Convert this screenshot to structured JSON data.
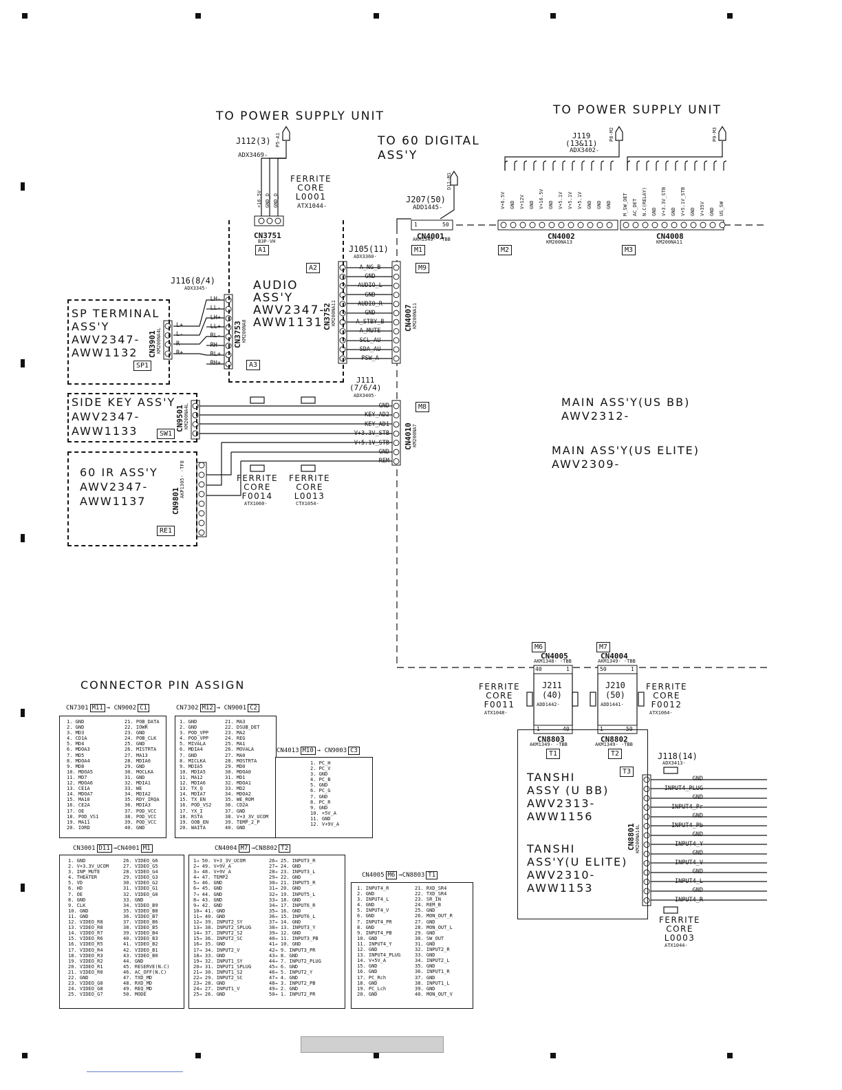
{
  "top_labels": {
    "psu_left": "TO POWER SUPPLY UNIT",
    "psu_right": "TO POWER SUPPLY UNIT",
    "digital": "TO 60 DIGITAL\nASS'Y",
    "ferrite_top": "FERRITE\nCORE\nL0001",
    "ferrite_top_part": "ATX1044-"
  },
  "j112": {
    "name": "J112(3)",
    "part": "ADX3469-",
    "pin": "P5-A1",
    "signals": [
      "+16.5V",
      "GND_D",
      "GND_D"
    ]
  },
  "j207": {
    "name": "J207(50)",
    "part": "ADD1445-",
    "pin": "D11-M1"
  },
  "j119": {
    "name": "J119\n(13&11)",
    "part": "ADX3402-",
    "pin_a": "P8-M2",
    "pin_b": "P9-M3"
  },
  "cn4002_signals": [
    "V+6.5V",
    "GND",
    "V+12V",
    "GND",
    "V+16.5V",
    "GND",
    "V+5.1V",
    "V+5.1V",
    "V+5.1V",
    "GND",
    "GND",
    "GND"
  ],
  "cn4008_signals": [
    "M_SW_DET",
    "AC_DET",
    "N.C(RELAY)",
    "GND",
    "V+3.3V_STB",
    "GND",
    "V+5.1V_STB",
    "GND",
    "V+35V",
    "GND",
    "US_SW"
  ],
  "connectors": {
    "cn3751": "CN3751",
    "cn3751_part": "B3P-VH",
    "cn4001": "CN4001",
    "cn4001_part": "AKM1349- -TBB",
    "cn4002": "CN4002",
    "cn4002_part": "KM200NA13",
    "cn4008": "CN4008",
    "cn4008_part": "KM200NA11",
    "cn3752": "CN3752",
    "cn3752_part": "KM200NA11",
    "cn4007": "CN4007",
    "cn4007_part": "KM200NA11",
    "cn3753": "CN3753",
    "cn3753_part": "KM200NA8",
    "cn3901": "CN3901",
    "cn3901_part": "KM200NA4L",
    "cn9501": "CN9501",
    "cn9501_part": "KM200NA4L",
    "cn4010": "CN4010",
    "cn4010_part": "KM200NA7",
    "cn9801": "CN9801",
    "cn9801_part": "AKP1305- -TF8",
    "cn4005": "CN4005",
    "cn4005_part": "AKM1348- -TBB",
    "cn4004": "CN4004",
    "cn4004_part": "AKM1349- -TBB",
    "cn8803": "CN8803",
    "cn8803_part": "AKM1349- -TBB",
    "cn8802": "CN8802",
    "cn8802_part": "AKM1349- -TBB",
    "cn8801": "CN8801",
    "cn8801_part": "KM200NA14L"
  },
  "tags": [
    "A1",
    "A2",
    "A3",
    "M1",
    "M2",
    "M3",
    "M9",
    "M6",
    "M7",
    "SP1",
    "SW1",
    "RE1",
    "T1",
    "T2",
    "T3",
    "M6",
    "M7"
  ],
  "assemblies": {
    "audio": "AUDIO\nASS'Y\nAWV2347-\nAWW1131",
    "sp": "SP TERMINAL\nASS'Y\nAWV2347-\nAWW1132",
    "side": "SIDE KEY ASS'Y\nAWV2347-\nAWW1133",
    "ir": "60 IR ASS'Y\nAWV2347-\nAWW1137",
    "main_bb": "MAIN ASS'Y(US BB)\nAWV2312-",
    "main_elite": "MAIN ASS'Y(US ELITE)\nAWV2309-",
    "tanshi_bb": "TANSHI\nASSY (U BB)\nAWV2313-\nAWW1156",
    "tanshi_elite": "TANSHI\nASS'Y(U ELITE)\nAWV2310-\nAWW1153"
  },
  "j105": {
    "name": "J105(11)",
    "part": "ADX3360-",
    "signals": [
      "A_NG_B",
      "GND",
      "AUDIO_L",
      "GND",
      "AUDIO_R",
      "GND",
      "A_STBY_B",
      "A_MUTE",
      "SCL_AU",
      "SDA_AU",
      "PSW_A"
    ]
  },
  "j116": {
    "name": "J116(8/4)",
    "part": "ADX3345-",
    "signals": [
      "LH-",
      "LL-",
      "LH+",
      "LL+",
      "RL-",
      "RH-",
      "RL+",
      "RH+"
    ]
  },
  "sp_signals": [
    "L+",
    "L-",
    "R-",
    "R+"
  ],
  "j111": {
    "name": "J111\n(7/6/4)",
    "part": "ADX3405-",
    "signals": [
      "GND",
      "KEY_AD2",
      "KEY_AD1",
      "V+3.3V_STB",
      "V+5.1V_STB",
      "GND",
      "REM"
    ]
  },
  "ferrite_f0014": "FERRITE\nCORE\nF0014",
  "ferrite_f0014_part": "ATX1060-",
  "ferrite_l0013": "FERRITE\nCORE\nL0013",
  "ferrite_l0013_part": "CTX1054-",
  "j211": {
    "name": "J211\n(40)",
    "part": "ADD1442-"
  },
  "j210": {
    "name": "J210\n(50)",
    "part": "ADD1441-"
  },
  "ferrite_f0011": "FERRITE\nCORE\nF0011",
  "ferrite_f0011_part": "ATX1048-",
  "ferrite_f0012": "FERRITE\nCORE\nF0012",
  "ferrite_f0012_part": "ATX1064-",
  "ferrite_l0003": "FERRITE\nCORE\nL0003",
  "ferrite_l0003_part": "ATX1044-",
  "j118": {
    "name": "J118(14)",
    "part": "ADX3413-",
    "signals": [
      "GND",
      "INPUT4_PLUG",
      "GND",
      "INPUT4_Pr",
      "GND",
      "INPUT4_Pb",
      "GND",
      "INPUT4_Y",
      "GND",
      "INPUT4_V",
      "GND",
      "INPUT4_L",
      "GND",
      "INPUT4_R"
    ]
  },
  "pin_counts": {
    "p1": "1",
    "p40": "40",
    "p50": "50"
  },
  "pin_assign": {
    "title": "CONNECTOR PIN ASSIGN",
    "t1": {
      "a": "CN7301",
      "b": "M11",
      "c": "→ CN9002",
      "d": "C1",
      "left": "1. GND\n2. GND\n3. MD3\n4. CD1A\n5. MD4\n6. MDOA3\n7. MD5\n8. MDOA4\n9. MD8\n10. MDOA5\n11. MD7\n12. MDOA6\n13. CE1A\n14. MDOA7\n15. MA10\n16. CE2A\n17. OE\n18. POD_VS1\n19. MA11\n20. IORD",
      "right": "21. POB_DATA\n22. IOWR\n23. GND\n24. POB_CLK\n25. GND\n26. MISTRTA\n27. MA13\n28. MDIA0\n29. GND\n30. MOCLKA\n31. GND\n32. MDIA1\n33. WE\n34. MDIA2\n35. RDY_IRQA\n36. MDIA3\n37. POD_VCC\n38. POD_VCC\n39. POD_VCC\n40. GND"
    },
    "t2": {
      "a": "CN7302",
      "b": "M12",
      "c": "→ CN9001",
      "d": "C2",
      "left": "1. GND\n2. GND\n3. POD_VPP\n4. POD_VPP\n5. MIVALA\n6. MDIA4\n7. GND\n8. MICLKA\n9. MDIA5\n10. MDIA5\n11. MA12\n12. MDIA6\n13. TX_Q\n14. MDIA7\n15. TX_EN\n16. POD_VS2\n17. YX_I\n18. RSTA\n19. OOB_EN\n20. WAITA",
      "right": "21. MA3\n22. DSUB_DET\n23. MA2\n24. REG\n25. MA1\n26. MOVALA\n27. MA0\n28. MOSTRTA\n29. MD0\n30. MDOA0\n31. MD1\n32. MDOA1\n33. MD2\n34. MDOA2\n35. WE_ROM\n36. CD2A\n37. GND\n38. V+3_3V_UCOM\n39. TEMP_2_P\n40. GND"
    },
    "t3": {
      "a": "CN4013",
      "b": "M10",
      "c": "→ CN9003",
      "d": "C3",
      "left": "1. PC_H\n2. PC_V\n3. GND\n4. PC_B\n5. GND\n6. PC_G\n7. GND\n8. PC_R\n9. GND\n10. +5V_A\n11. GND\n12. V+9V_A"
    },
    "t4": {
      "a": "CN3001",
      "b": "D11",
      "c": "→CN4001",
      "d": "M1",
      "left": "1. GND\n2. V+3.3V_UCOM\n3. INP_MUTE\n4. THEATER\n5. VD\n6. HD\n7. OE\n8. GND\n9. CLK\n10. GND\n11. GND\n12. VIDEO_R8\n13. VIDEO_R8\n14. VIDEO_R7\n15. VIDEO_R6\n16. VIDEO_R5\n17. VIDEO_R4\n18. VIDEO_R3\n19. VIDEO_R2\n20. VIDEO_R1\n21. VIDEO_R0\n22. GND\n23. VIDEO_G8\n24. VIDEO_G8\n25. VIDEO_G7",
      "right": "26. VIDEO_G6\n27. VIDEO_G5\n28. VIDEO_G4\n29. VIDEO_G3\n30. VIDEO_G2\n31. VIDEO_G1\n32. VIDEO_G0\n33. GND\n34. VIDEO_B9\n35. VIDEO_B8\n36. VIDEO_B7\n37. VIDEO_B6\n38. VIDEO_B5\n39. VIDEO_B4\n40. VIDEO_B3\n41. VIDEO_B2\n42. VIDEO_B1\n43. VIDEO_B0\n44. GND\n45. RESERVE(N.C)\n46. AC_OFF(N.C)\n47. TXD_MD\n48. RXD_MD\n49. REQ_MD\n50. MODE"
    },
    "t5": {
      "a": "CN4004",
      "b": "M7",
      "c": "→CN8802",
      "d": "T2",
      "left": "1→ 50. V+3_3V_UCOM\n2→ 49. V+9V_A\n3→ 48. V+9V_A\n4→ 47. TEMP2\n5→ 46. GND\n6→ 45. GND\n7→ 44. GND\n8→ 43. GND\n9→ 42. GND\n10→ 41. GND\n11→ 40. GND\n12→ 39. INPUT2_SY\n13→ 38. INPUT2_SPLUG\n14→ 37. INPUT2_S2\n15→ 36. INPUT2_SC\n16→ 35. GND\n17→ 34. INPUT2_V\n18→ 33. GND\n19→ 32. INPUT1_SY\n20→ 31. INPUT1_SPLUG\n21→ 30. INPUT1_S2\n22→ 29. INPUT2_SC\n23→ 28. GND\n24→ 27. INPUT1_V\n25→ 26. GND",
      "right": "26→ 25. INPUT3_R\n27→ 24. GND\n28→ 23. INPUT3_L\n29→ 22. GND\n30→ 21. INPUT5_R\n31→ 20. GND\n32→ 19. INPUT5_L\n33→ 18. GND\n34→ 17. INPUT6_R\n35→ 16. GND\n36→ 15. INPUT6_L\n37→ 14. GND\n38→ 13. INPUT3_Y\n39→ 12. GND\n40→ 11. INPUT3_PB\n41→ 10. GND\n42→ 9. INPUT3_PR\n43→ 8. GND\n44→ 7. INPUT2_PLUG\n45→ 6. GND\n46→ 5. INPUT2_Y\n47→ 4. GND\n48→ 3. INPUT2_PB\n49→ 2. GND\n50→ 1. INPUT2_PR"
    },
    "t6": {
      "a": "CN4005",
      "b": "M6",
      "c": "→CN8803",
      "d": "T1",
      "left": "1. INPUT4_R\n2. GND\n3. INPUT4_L\n4. GND\n5. INPUT4_V\n6. GND\n7. INPUT4_PR\n8. GND\n9. INPUT4_PB\n10. GND\n11. INPUT4_Y\n12. GND\n13. INPUT4_PLUG\n14. V+5V_A\n15. GND\n16. GND\n17. PC_Rch\n18. GND\n19. PC_Lch\n20. GND",
      "right": "21. RXD_SR4\n22. TXD_SR4\n23. SR_IN\n24. REM_B\n25. GND\n26. MON_OUT_R\n27. GND\n28. MON_OUT_L\n29. GND\n30. SW_OUT\n31. GND\n32. INPUT2_R\n33. GND\n34. INPUT2_L\n35. GND\n36. INPUT1_R\n37. GND\n38. INPUT1_L\n39. GND\n40. MON_OUT_V"
    }
  }
}
